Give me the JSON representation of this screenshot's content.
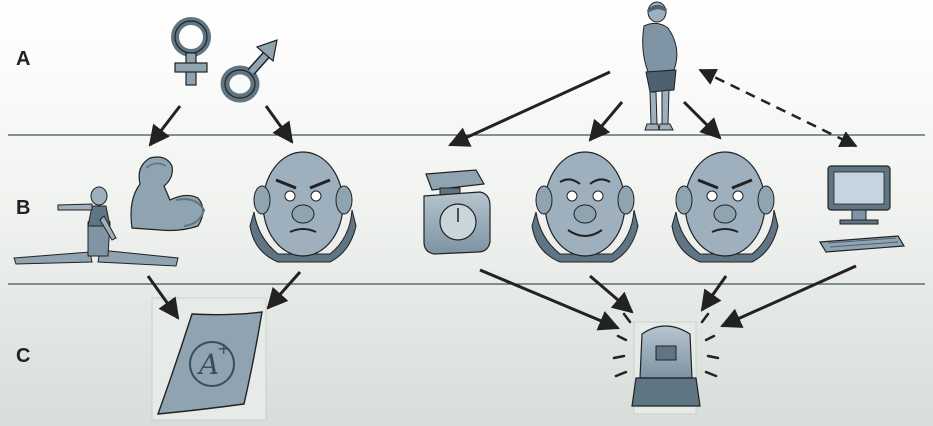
{
  "rows": [
    {
      "label": "A"
    },
    {
      "label": "B"
    },
    {
      "label": "C"
    }
  ],
  "colors": {
    "ink": "#222222",
    "figure_fill": "#8fa3b1",
    "figure_dark": "#5f7584",
    "face_fill": "#9eb0bd",
    "divider": "#3a5560"
  },
  "nodes": [
    {
      "id": "female-symbol"
    },
    {
      "id": "male-symbol"
    },
    {
      "id": "overweight-person"
    },
    {
      "id": "gymnast"
    },
    {
      "id": "flexed-arm"
    },
    {
      "id": "angry-face-1"
    },
    {
      "id": "kitchen-scale"
    },
    {
      "id": "smiling-face"
    },
    {
      "id": "angry-face-2"
    },
    {
      "id": "computer"
    },
    {
      "id": "a-plus-paper"
    },
    {
      "id": "alarm-siren"
    }
  ],
  "edges": [
    {
      "from": "female-symbol",
      "to": "gymnast",
      "style": "solid"
    },
    {
      "from": "male-symbol",
      "to": "angry-face-1",
      "style": "solid"
    },
    {
      "from": "overweight-person",
      "to": "kitchen-scale",
      "style": "solid"
    },
    {
      "from": "overweight-person",
      "to": "smiling-face",
      "style": "solid"
    },
    {
      "from": "overweight-person",
      "to": "angry-face-2",
      "style": "solid"
    },
    {
      "from": "overweight-person",
      "to": "computer",
      "style": "dashed-bidirectional"
    },
    {
      "from": "gymnast",
      "to": "a-plus-paper",
      "style": "solid"
    },
    {
      "from": "angry-face-1",
      "to": "a-plus-paper",
      "style": "solid"
    },
    {
      "from": "kitchen-scale",
      "to": "alarm-siren",
      "style": "solid"
    },
    {
      "from": "smiling-face",
      "to": "alarm-siren",
      "style": "solid"
    },
    {
      "from": "angry-face-2",
      "to": "alarm-siren",
      "style": "solid"
    },
    {
      "from": "computer",
      "to": "alarm-siren",
      "style": "solid"
    }
  ]
}
